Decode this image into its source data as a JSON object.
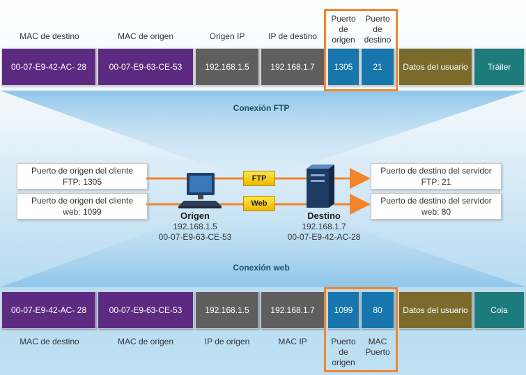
{
  "top_frame": {
    "headers": {
      "mac_dst": "MAC de destino",
      "mac_src": "MAC de origen",
      "ip_src": "Origen IP",
      "ip_dst": "IP de destino",
      "port_src": "Puerto de origen",
      "port_dst": "Puerto de destino"
    },
    "cells": {
      "mac_dst": "00-07-E9-42-AC- 28",
      "mac_src": "00-07-E9-63-CE-53",
      "ip_src": "192.168.1.5",
      "ip_dst": "192.168.1.7",
      "port_src": "1305",
      "port_dst": "21",
      "data": "Datos del usuario",
      "trailer": "Tráiler"
    }
  },
  "ftp_connection_title": "Conexión FTP",
  "web_connection_title": "Conexión web",
  "client_ftp_port_line1": "Puerto de origen del cliente",
  "client_ftp_port_line2": "FTP: 1305",
  "client_web_port_line1": "Puerto de origen del cliente",
  "client_web_port_line2": "web: 1099",
  "server_ftp_port_line1": "Puerto de destino del servidor",
  "server_ftp_port_line2": "FTP: 21",
  "server_web_port_line1": "Puerto de destino del servidor",
  "server_web_port_line2": "web: 80",
  "ftp_tag": "FTP",
  "web_tag": "Web",
  "source": {
    "title": "Origen",
    "ip": "192.168.1.5",
    "mac": "00-07-E9-63-CE-53"
  },
  "destination": {
    "title": "Destino",
    "ip": "192.168.1.7",
    "mac": "00-07-E9-42-AC-28"
  },
  "bottom_frame": {
    "cells": {
      "mac_dst": "00-07-E9-42-AC- 28",
      "mac_src": "00-07-E9-63-CE-53",
      "ip_src": "192.168.1.5",
      "ip_dst": "192.168.1.7",
      "port_src": "1099",
      "port_dst": "80",
      "data": "Datos del usuario",
      "trailer": "Cola"
    },
    "labels": {
      "mac_dst": "MAC de destino",
      "mac_src": "MAC de origen",
      "ip_src": "IP de origen",
      "ip_dst": "MAC IP",
      "port_src": "Puerto de origen",
      "port_dst": "MAC Puerto"
    }
  },
  "colors": {
    "mac": "#5d2a82",
    "ip": "#5f5f5f",
    "port": "#1676ad",
    "data": "#7a6b2c",
    "trailer": "#1d7b7b",
    "highlight": "#f4842a",
    "arrow": "#f4842a"
  }
}
